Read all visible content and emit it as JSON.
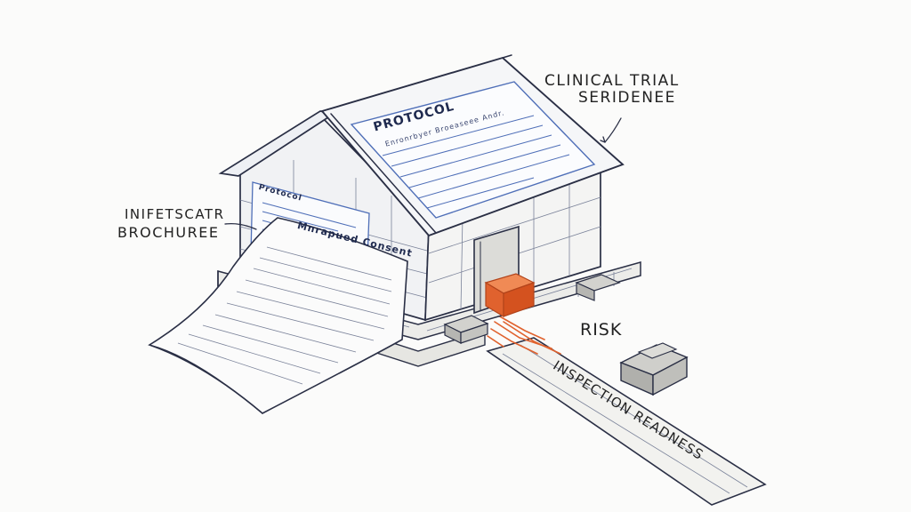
{
  "labels": {
    "clinical_trial": "CLINICAL TRIAL",
    "evidence": "SERIDENEE",
    "brochure_top": "INIFETSCATR",
    "brochure_bottom": "BROCHUREE",
    "risk": "RISK",
    "inspection": "INSPECTION READNESS"
  },
  "documents": {
    "roof_title": "PROTOCOL",
    "roof_subtitle": "Enronrbyer Broeaseee Andr.",
    "wall_title": "Protocol",
    "consent_title": "Mnrapued Consent"
  },
  "colors": {
    "ink": "#2a2f45",
    "accent": "#e0622e",
    "blue": "#4f6fb8",
    "paper": "#fbfbfa"
  }
}
